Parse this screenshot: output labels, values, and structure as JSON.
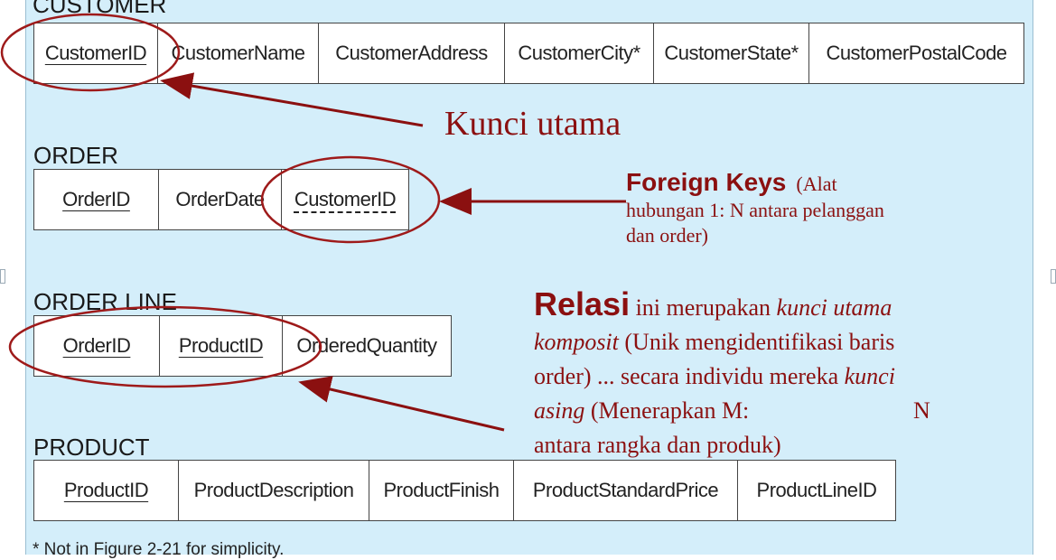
{
  "relations": {
    "customer": {
      "title": "CUSTOMER",
      "attributes": [
        "CustomerID",
        "CustomerName",
        "CustomerAddress",
        "CustomerCity*",
        "CustomerState*",
        "CustomerPostalCode"
      ]
    },
    "order": {
      "title": "ORDER",
      "attributes": [
        "OrderID",
        "OrderDate",
        "CustomerID"
      ]
    },
    "order_line": {
      "title": "ORDER LINE",
      "attributes": [
        "OrderID",
        "ProductID",
        "OrderedQuantity"
      ]
    },
    "product": {
      "title": "PRODUCT",
      "attributes": [
        "ProductID",
        "ProductDescription",
        "ProductFinish",
        "ProductStandardPrice",
        "ProductLineID"
      ]
    }
  },
  "annotations": {
    "primary_key": "Kunci utama",
    "foreign_key_heading": "Foreign Keys",
    "foreign_key_text_1": "(Alat",
    "foreign_key_text_2": "hubungan 1: N antara pelanggan",
    "foreign_key_text_3": "dan order)",
    "relation_heading": "Relasi",
    "relation_text_1": "ini merupakan",
    "relation_italic_1": "kunci utama",
    "relation_italic_2": "komposit",
    "relation_text_2": "(Unik mengidentifikasi baris",
    "relation_text_3": "order) ... secara individu mereka",
    "relation_italic_3": "kunci",
    "relation_italic_4": "asing",
    "relation_text_4": "(Menerapkan M:",
    "relation_text_5": "N",
    "relation_text_6": "antara rangka dan produk)"
  },
  "footnote": "* Not in Figure 2-21 for simplicity.",
  "colors": {
    "background": "#d4eefa",
    "annotation": "#8b1010",
    "table_border": "#444444"
  }
}
